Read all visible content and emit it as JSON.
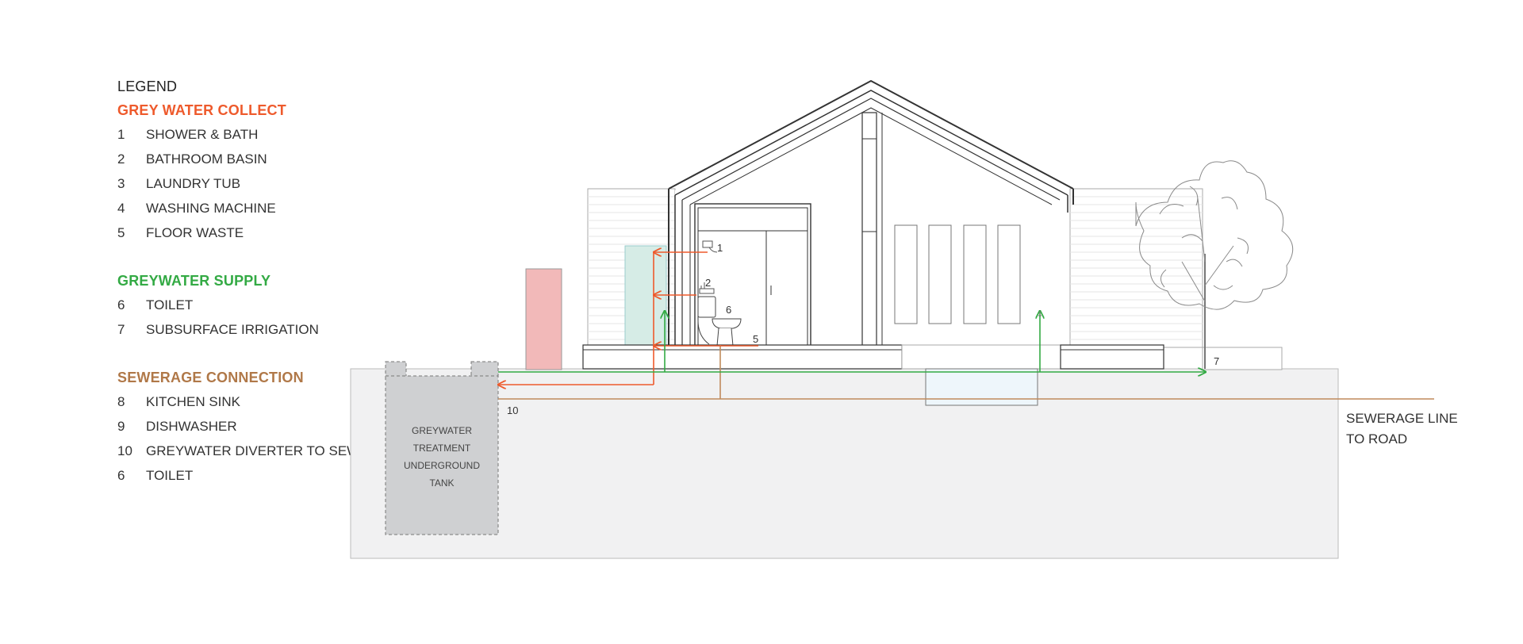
{
  "legend": {
    "title": "LEGEND",
    "groups": [
      {
        "heading": "GREY WATER COLLECT",
        "color": "#ee5a2c",
        "items": [
          {
            "num": "1",
            "label": "SHOWER & BATH"
          },
          {
            "num": "2",
            "label": "BATHROOM BASIN"
          },
          {
            "num": "3",
            "label": "LAUNDRY TUB"
          },
          {
            "num": "4",
            "label": "WASHING MACHINE"
          },
          {
            "num": "5",
            "label": "FLOOR WASTE"
          }
        ]
      },
      {
        "heading": "GREYWATER SUPPLY",
        "color": "#33aa44",
        "items": [
          {
            "num": "6",
            "label": "TOILET"
          },
          {
            "num": "7",
            "label": "SUBSURFACE IRRIGATION"
          }
        ]
      },
      {
        "heading": "SEWERAGE CONNECTION",
        "color": "#b07848",
        "items": [
          {
            "num": "8",
            "label": "KITCHEN SINK"
          },
          {
            "num": "9",
            "label": "DISHWASHER"
          },
          {
            "num": "10",
            "label": "GREYWATER DIVERTER TO SEWER"
          },
          {
            "num": "6",
            "label": "TOILET"
          }
        ]
      }
    ]
  },
  "diagram": {
    "tank_label": [
      "GREYWATER",
      "TREATMENT",
      "UNDERGROUND",
      "TANK"
    ],
    "markers": {
      "m1": "1",
      "m2": "2",
      "m5": "5",
      "m6": "6",
      "m7": "7",
      "m10": "10"
    },
    "sewer_label": [
      "SEWERAGE LINE",
      "TO ROAD"
    ],
    "colors": {
      "grey_water": "#ee5a2c",
      "supply": "#33aa44",
      "sewer": "#c08a5c"
    }
  }
}
